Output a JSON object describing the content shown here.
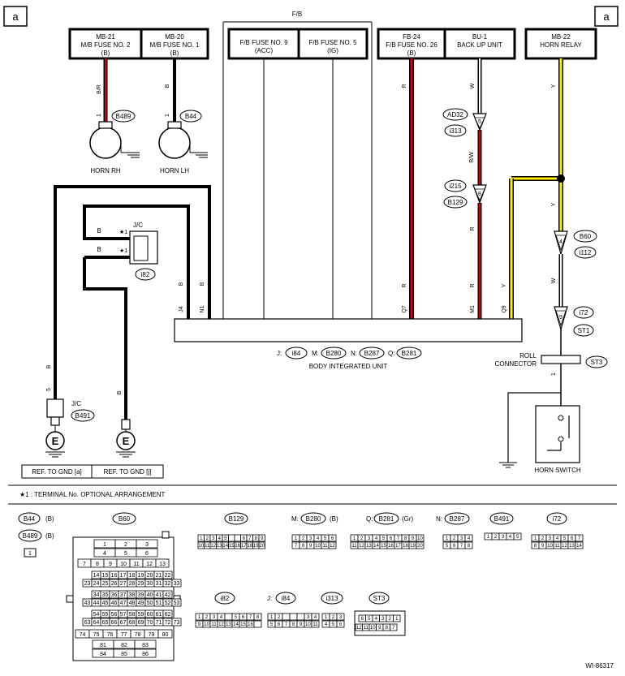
{
  "corner_marks": [
    "a",
    "a"
  ],
  "fb_label": "F/B",
  "headers": [
    {
      "id": "MB-21",
      "title": "M/B FUSE NO. 2",
      "sub": "(B)"
    },
    {
      "id": "MB-20",
      "title": "M/B FUSE NO. 1",
      "sub": "(B)"
    },
    {
      "id": "",
      "title": "F/B FUSE NO. 9",
      "sub": "(ACC)"
    },
    {
      "id": "",
      "title": "F/B FUSE NO. 5",
      "sub": "(IG)"
    },
    {
      "id": "FB-24",
      "title": "F/B FUSE NO. 26",
      "sub": "(B)"
    },
    {
      "id": "BU-1",
      "title": "BACK UP UNIT",
      "sub": ""
    },
    {
      "id": "MB-22",
      "title": "HORN RELAY",
      "sub": ""
    }
  ],
  "wire_colors": {
    "br": "B/R",
    "b": "B",
    "r": "R",
    "w": "W",
    "rw": "R/W",
    "y": "Y"
  },
  "pin_one": "1",
  "pin_five": "5",
  "horns": [
    {
      "label": "HORN RH",
      "connector": "B489"
    },
    {
      "label": "HORN LH",
      "connector": "B44"
    }
  ],
  "jc_label": "J/C",
  "jc_connector": "i82",
  "star_note_mark": "★1",
  "connectors": {
    "ad32": "AD32",
    "i313": "i313",
    "i215": "i215",
    "b129": "B129",
    "b60": "B60",
    "i112": "i112",
    "i72": "i72",
    "st1": "ST1",
    "st3": "ST3",
    "b491": "B491"
  },
  "plug_pins": {
    "p5": "5",
    "p8": "8",
    "p4": "4",
    "p9": "9"
  },
  "biu": {
    "terminals": [
      "J4",
      "N1",
      "Q7",
      "M1",
      "Q9"
    ],
    "title": "BODY INTEGRATED UNIT",
    "prefixes": [
      "J:",
      "M:",
      "N:",
      "Q:"
    ],
    "codes": [
      "i84",
      "B280",
      "B287",
      "B281"
    ]
  },
  "roll_connector": [
    "ROLL",
    "CONNECTOR"
  ],
  "horn_switch": "HORN SWITCH",
  "ground_symbol": "E",
  "ref_boxes": [
    "REF. TO GND [a]",
    "REF. TO GND [j]"
  ],
  "footnote": "★1 : TERMINAL No. OPTIONAL ARRANGEMENT",
  "legend": {
    "b44": "B44",
    "b44_color": "(B)",
    "b489": "B489",
    "b489_color": "(B)",
    "b60": "B60",
    "b129": "B129",
    "m_prefix": "M:",
    "b280": "B280",
    "b280_color": "(B)",
    "q_prefix": "Q:",
    "b281": "B281",
    "b281_color": "(Gr)",
    "n_prefix": "N:",
    "b287": "B287",
    "b491": "B491",
    "i72": "i72",
    "i82": "i82",
    "j_prefix": "J:",
    "i84": "i84",
    "i313": "i313",
    "st3": "ST3"
  },
  "figure_id": "WI-86317",
  "wire_palette": {
    "black": "#000000",
    "red": "#dd0000",
    "yellow": "#ffee00",
    "white": "#ffffff"
  }
}
